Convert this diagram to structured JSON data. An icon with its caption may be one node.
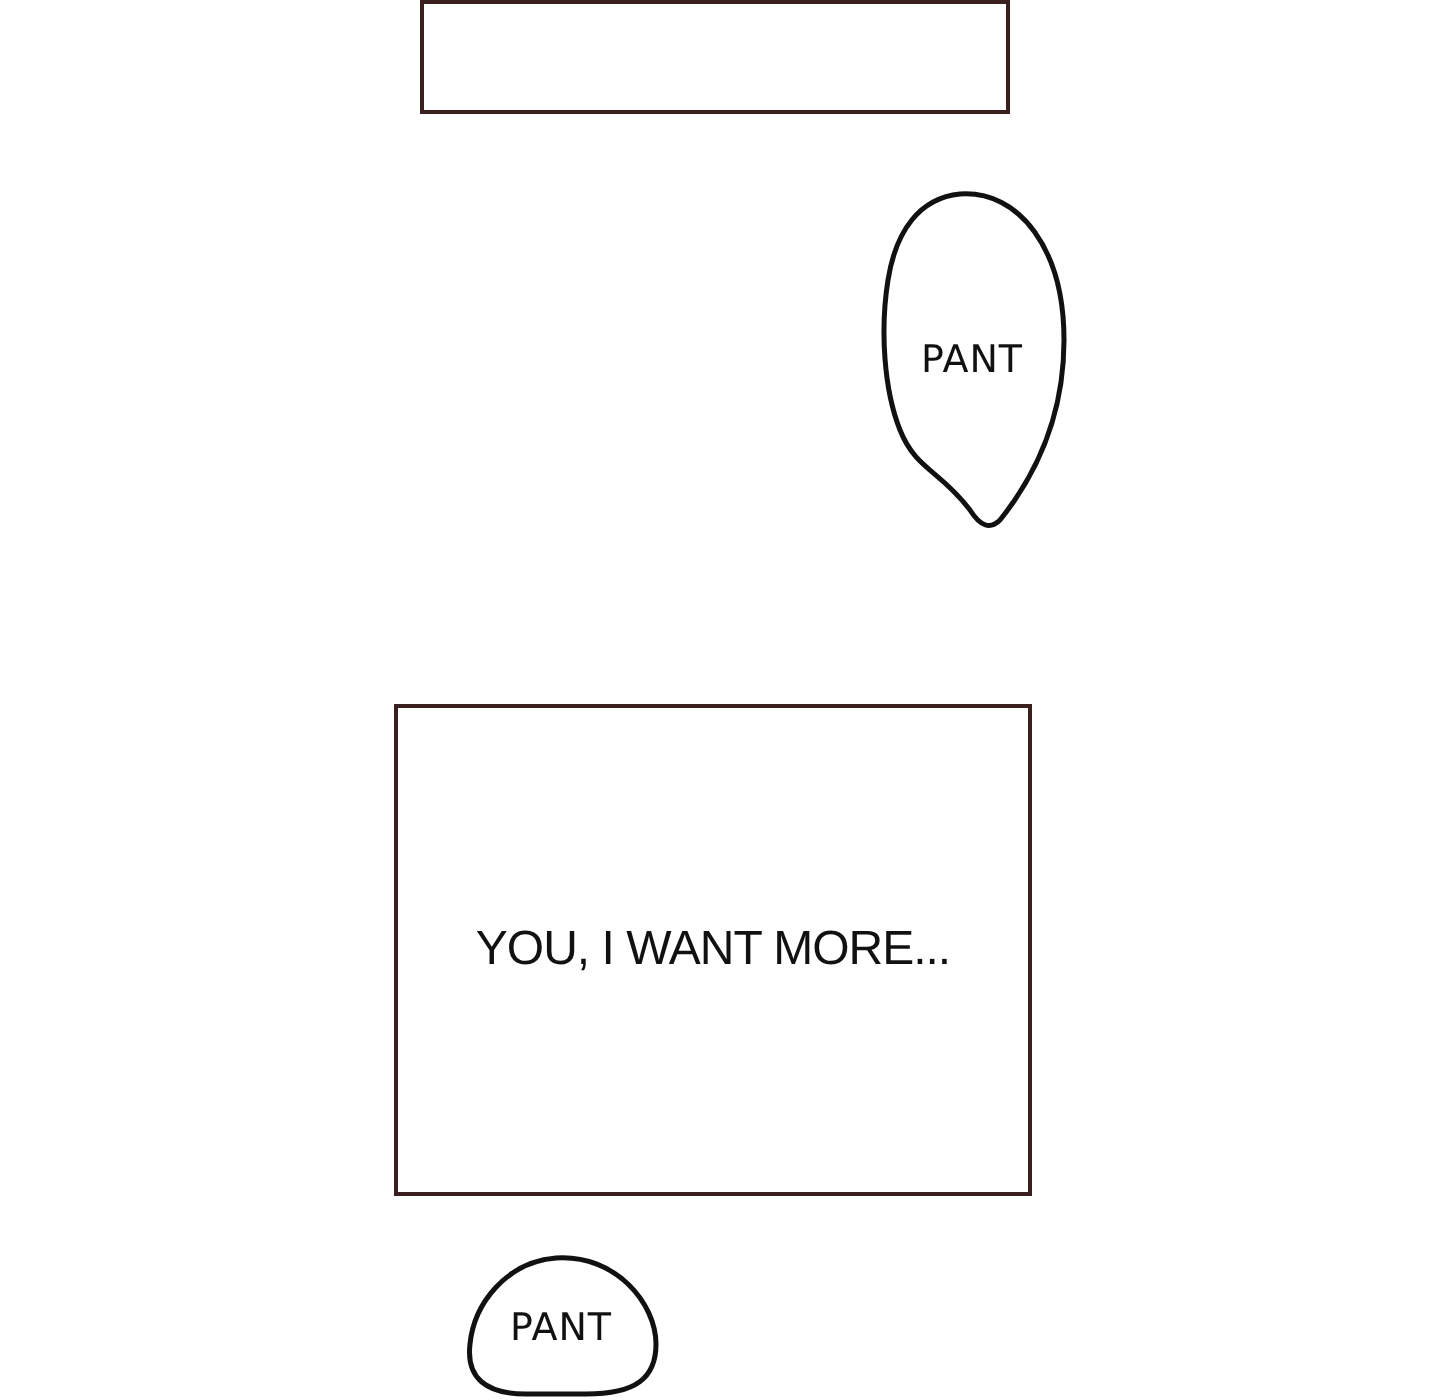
{
  "diagram": {
    "nodes": [
      {
        "text": [],
        "shape": "box"
      },
      {
        "text": [
          "PANT"
        ]
      },
      {
        "text": [
          "YOU, I WANT MORE..."
        ]
      },
      {
        "text": [
          "PANT"
        ]
      }
    ]
  }
}
